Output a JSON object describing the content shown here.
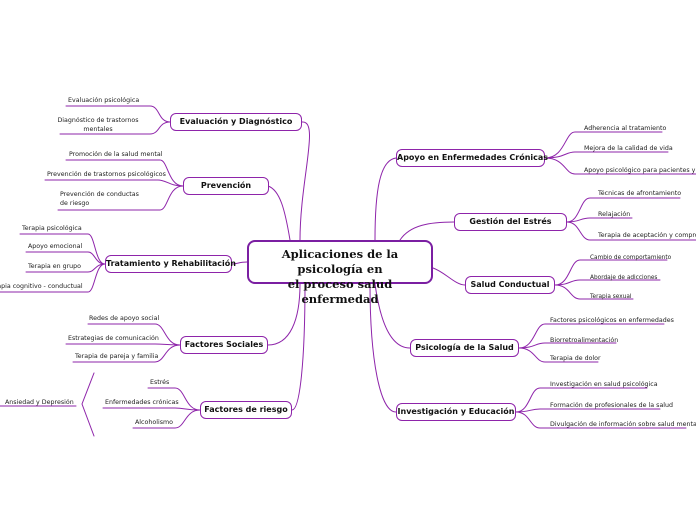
{
  "center": {
    "title_line1": "Aplicaciones de la psicología en",
    "title_line2": "el proceso salud enfermedad"
  },
  "left": [
    {
      "label": "Evaluación y Diagnóstico",
      "items": [
        "Evaluación psicológica",
        "Diagnóstico de trastornos mentales"
      ]
    },
    {
      "label": "Prevención",
      "items": [
        "Promoción de la salud mental",
        "Prevención de trastornos psicológicos",
        "Prevención de conductas de riesgo"
      ]
    },
    {
      "label": "Tratamiento y Rehabilitación",
      "items": [
        "Terapia psicológica",
        "Apoyo emocional",
        "Terapia en grupo",
        "Terapia cognitivo - conductual"
      ]
    },
    {
      "label": "Factores Sociales",
      "items": [
        "Redes de apoyo social",
        "Estrategias de comunicación",
        "Terapia de pareja y familia"
      ]
    },
    {
      "label": "Factores de riesgo",
      "items": [
        "Estrés",
        "Enfermedades crónicas",
        "Alcoholismo"
      ],
      "summary": "Ansiedad y Depresión"
    }
  ],
  "right": [
    {
      "label": "Apoyo en Enfermedades Crónicas",
      "items": [
        "Adherencia al tratamiento",
        "Mejora de la calidad de vida",
        "Apoyo psicológico para pacientes y familiares"
      ]
    },
    {
      "label": "Gestión del Estrés",
      "items": [
        "Técnicas de afrontamiento",
        "Relajación",
        "Terapia de aceptación y compromiso"
      ]
    },
    {
      "label": "Salud Conductual",
      "items": [
        "Cambio de comportamiento",
        "Abordaje de adicciones",
        "Terapia sexual"
      ]
    },
    {
      "label": "Psicología de la Salud",
      "items": [
        "Factores psicológicos en enfermedades",
        "Biorretroalimentación",
        "Terapia de dolor"
      ]
    },
    {
      "label": "Investigación y Educación",
      "items": [
        "Investigación en salud psicológica",
        "Formación de profesionales de la salud",
        "Divulgación de información sobre salud mental"
      ]
    }
  ],
  "colors": {
    "link": "#8e24aa",
    "border": "#7b1fa2"
  }
}
